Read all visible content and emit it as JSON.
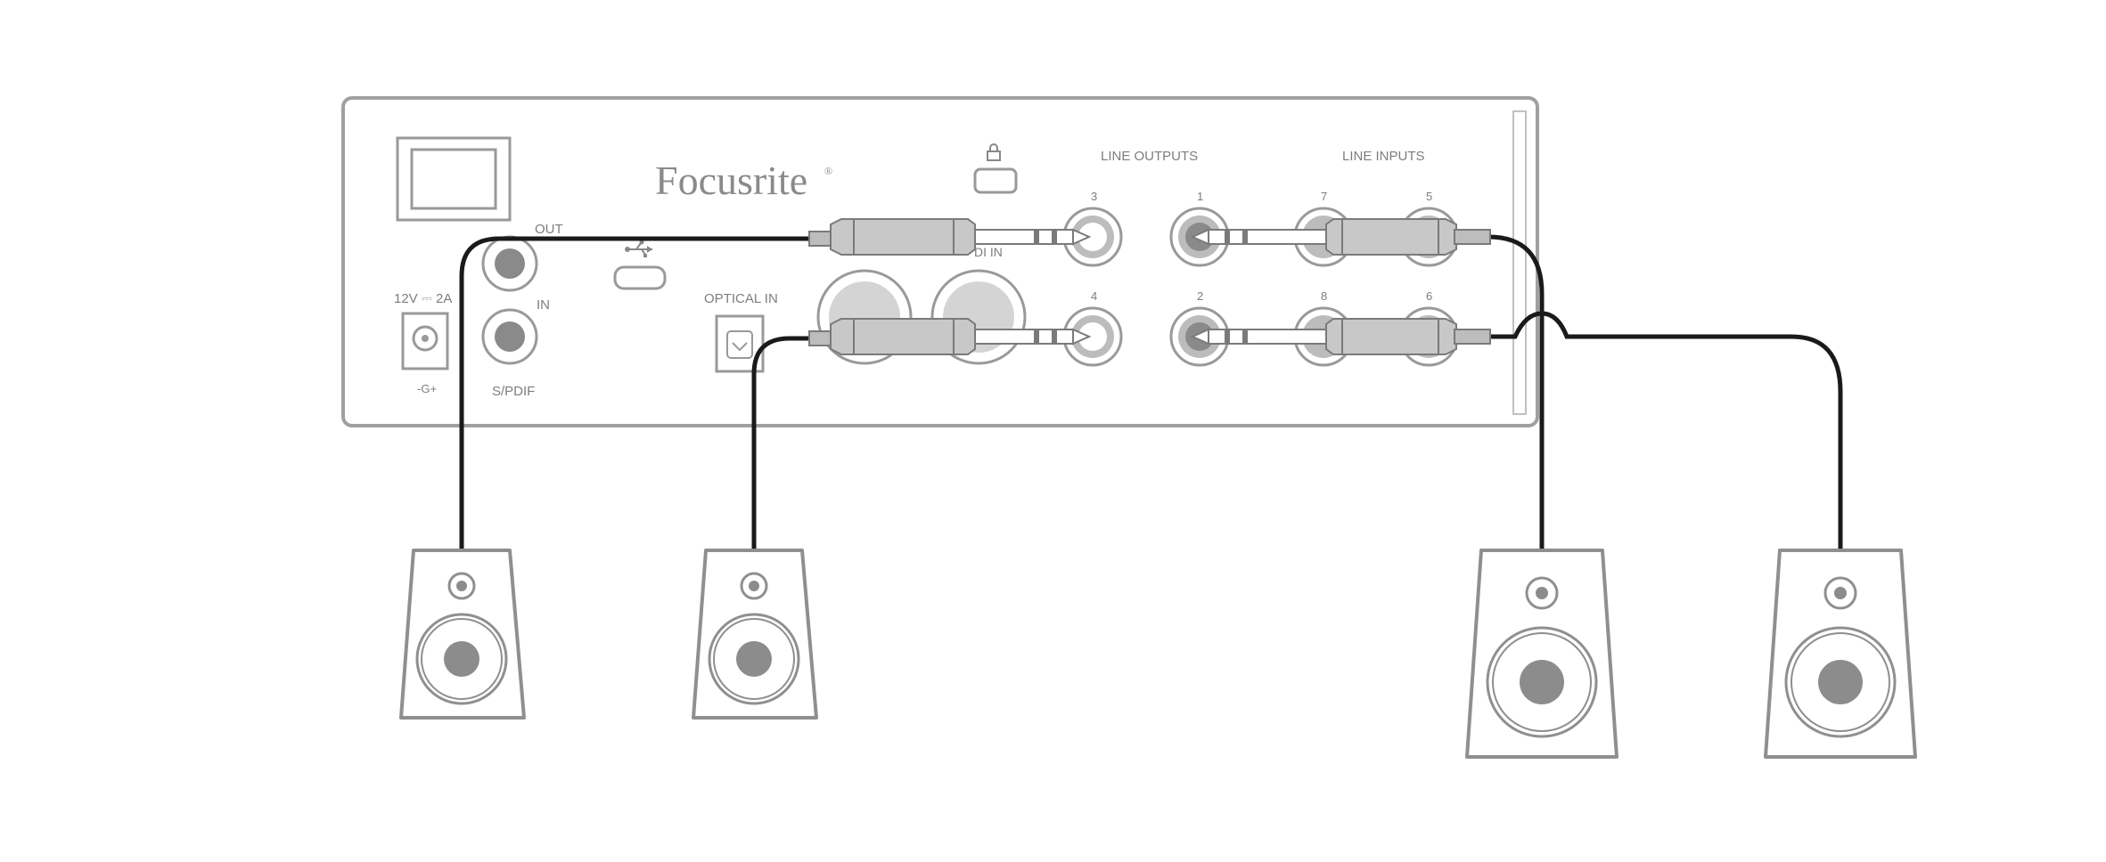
{
  "device": {
    "brand": "Focusrite",
    "brand_mark": "®",
    "power_rating": "12V ⎓ 2A",
    "power_polarity": "-G+",
    "spdif_out_label": "OUT",
    "spdif_in_label": "IN",
    "spdif_label": "S/PDIF",
    "optical_in_label": "OPTICAL IN",
    "midi_label_partial": "DI IN",
    "usb_icon": "usb-icon",
    "lock_icon": "kensington-lock-icon",
    "line_outputs_label": "LINE OUTPUTS",
    "line_inputs_label": "LINE INPUTS",
    "jack_numbers": {
      "out_3": "3",
      "out_4": "4",
      "in_1": "1",
      "in_2": "2",
      "in_7": "7",
      "in_8": "8",
      "in_5": "5",
      "in_6": "6"
    }
  },
  "colors": {
    "outline": "#9a9a9a",
    "plug_fill": "#c8c8c8",
    "cable": "#1a1a1a",
    "woofer": "#8c8c8c"
  }
}
